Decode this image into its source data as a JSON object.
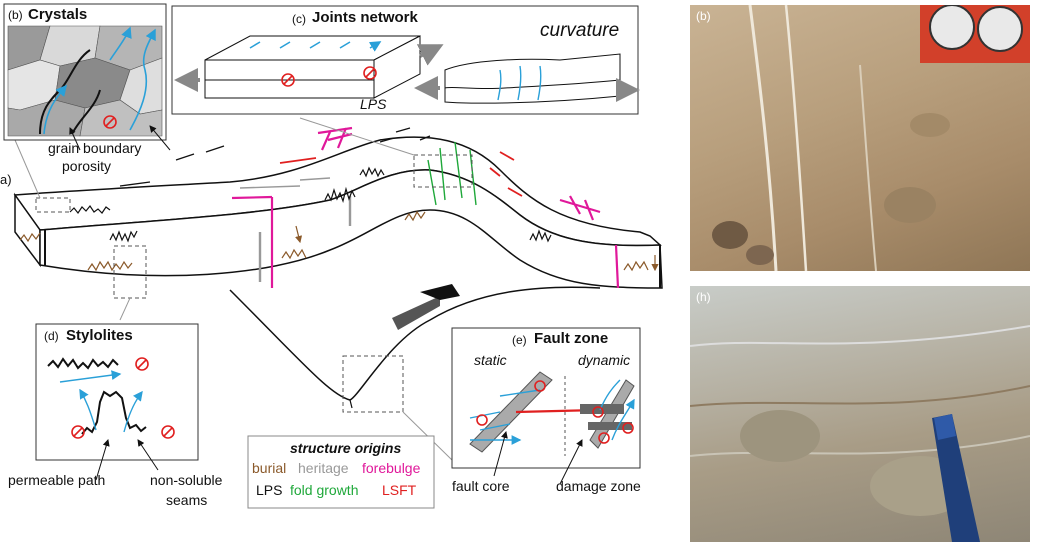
{
  "figure": {
    "main_label": "a)",
    "crystals": {
      "tag": "(b)",
      "title": "Crystals",
      "ann_1": "grain boundary",
      "ann_2": "porosity"
    },
    "joints": {
      "tag": "(c)",
      "title": "Joints network",
      "sub_lps": "LPS",
      "sub_curv": "curvature"
    },
    "stylolites": {
      "tag": "(d)",
      "title": "Stylolites",
      "ann_path": "permeable path",
      "ann_seams_1": "non-soluble",
      "ann_seams_2": "seams"
    },
    "fault": {
      "tag": "(e)",
      "title": "Fault zone",
      "static": "static",
      "dynamic": "dynamic",
      "core": "fault core",
      "damage": "damage zone"
    },
    "legend": {
      "title": "structure origins",
      "items": [
        {
          "label": "burial",
          "color": "#8B5A2B"
        },
        {
          "label": "heritage",
          "color": "#999999"
        },
        {
          "label": "forebulge",
          "color": "#E0189A"
        },
        {
          "label": "LPS",
          "color": "#111111"
        },
        {
          "label": "fold growth",
          "color": "#1FA83A"
        },
        {
          "label": "LSFT",
          "color": "#E02020"
        }
      ]
    },
    "photos": {
      "top_tag": "(b)",
      "bottom_tag": "(h)"
    },
    "colors": {
      "fluid": "#2AA0D8",
      "block_grey": "#555555"
    }
  }
}
